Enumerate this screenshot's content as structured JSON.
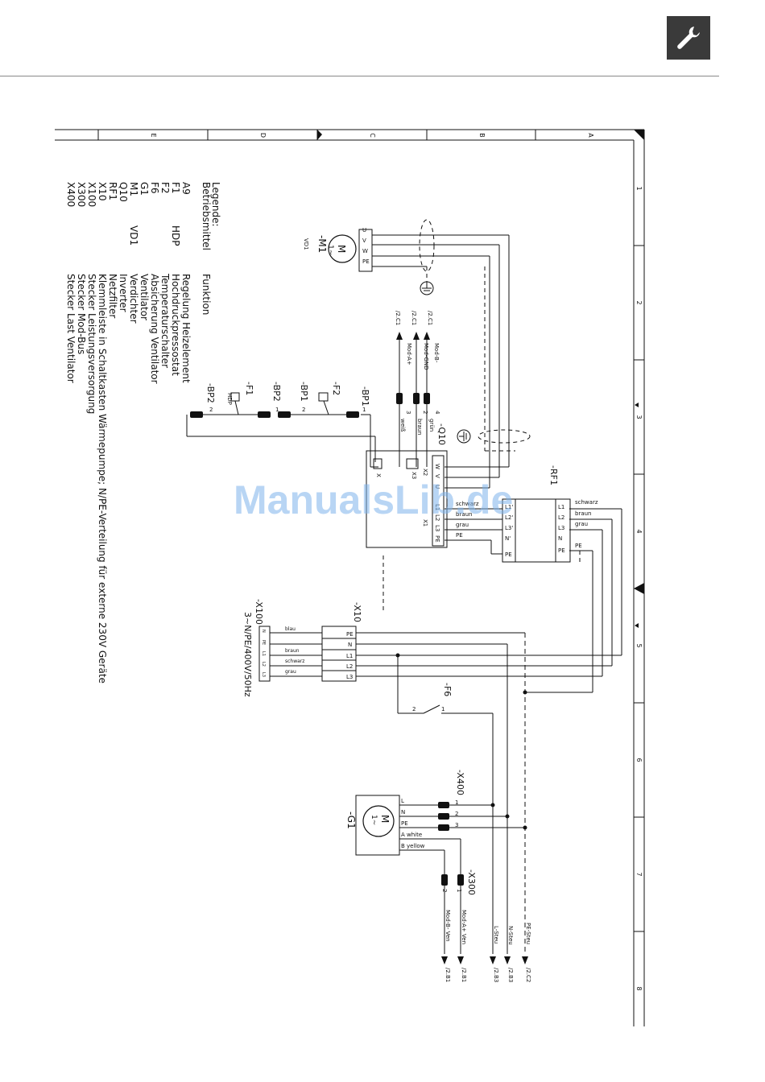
{
  "header": {
    "tool_icon": "wrench-icon",
    "accent": "#3a3a3a"
  },
  "watermark": {
    "text": "ManualsLib.de",
    "color": "#7fb3ec"
  },
  "frame": {
    "rows": [
      "E",
      "D",
      "C",
      "B",
      "A"
    ],
    "cols": [
      "1",
      "2",
      "3",
      "4",
      "5",
      "6",
      "7",
      "8"
    ]
  },
  "legend": {
    "title": "Legende:",
    "col1": "Betriebsmittel",
    "col2": "Funktion",
    "items": [
      {
        "id": "A9",
        "sub": "",
        "desc": "Regelung Heizelement"
      },
      {
        "id": "F1",
        "sub": "HDP",
        "desc": "Hochdruckpressostat"
      },
      {
        "id": "F2",
        "sub": "",
        "desc": "Temperaturschalter"
      },
      {
        "id": "F6",
        "sub": "",
        "desc": "Absicherung Ventilator"
      },
      {
        "id": "G1",
        "sub": "",
        "desc": "Ventilator"
      },
      {
        "id": "M1",
        "sub": "VD1",
        "desc": "Verdichter"
      },
      {
        "id": "Q10",
        "sub": "",
        "desc": "Inverter"
      },
      {
        "id": "RF1",
        "sub": "",
        "desc": "Netzfilter"
      },
      {
        "id": "X10",
        "sub": "",
        "desc": "Klemmleiste in Schaltkasten Wärmepumpe; N/PE-Verteilung für externe 230V Geräte"
      },
      {
        "id": "X100",
        "sub": "",
        "desc": "Stecker Leistungsversorgung"
      },
      {
        "id": "X300",
        "sub": "",
        "desc": "Stecker Mod-Bus"
      },
      {
        "id": "X400",
        "sub": "",
        "desc": "Stecker Last Ventilator"
      }
    ]
  },
  "components": {
    "m1": {
      "name": "-M1",
      "sub": "VD1",
      "motor": "M",
      "phase": "1~",
      "terminals": [
        "U",
        "V",
        "W",
        "PE"
      ]
    },
    "q10": {
      "name": "-Q10",
      "x1": "X1",
      "x2": "X2",
      "x3": "X3",
      "xa": "X",
      "u_terms": [
        "W",
        "V",
        "U"
      ],
      "l_terms": [
        "L1",
        "L2",
        "L3",
        "PE"
      ],
      "wire_colors": [
        "grün",
        "braun",
        "weiß"
      ],
      "pins": [
        "4",
        "2",
        "3"
      ]
    },
    "rf1": {
      "name": "-RF1",
      "in_terms": [
        "L1'",
        "L2'",
        "L3'",
        "N'",
        "PE"
      ],
      "out_terms": [
        "L1",
        "L2",
        "L3",
        "N",
        "PE"
      ],
      "colors": [
        "schwarz",
        "braun",
        "grau"
      ]
    },
    "modbus_refs": [
      {
        "ref": "/2.C1",
        "signal": "Mod-B-"
      },
      {
        "ref": "/2.C1",
        "signal": "Mod-GND"
      },
      {
        "ref": "/2.C1",
        "signal": "Mod-A+"
      }
    ],
    "sensors": [
      {
        "name": "-BP1",
        "pins": [
          "1",
          "2"
        ]
      },
      {
        "name": "-F2",
        "pins": []
      },
      {
        "name": "-BP1",
        "pins": [
          "1",
          "2"
        ]
      },
      {
        "name": "-BP2",
        "pins": [
          "1",
          "2"
        ]
      },
      {
        "name": "-F1",
        "sub": "HDP",
        "pins": []
      },
      {
        "name": "-BP2",
        "pins": [
          "1",
          "2"
        ]
      }
    ],
    "x10": {
      "name": "-X10",
      "terms": [
        "PE",
        "N",
        "L1",
        "L2",
        "L3"
      ]
    },
    "x100": {
      "name": "-X100",
      "spec": "3~N/PE/400V/50Hz",
      "terms": [
        "N",
        "PE",
        "L1",
        "L2",
        "L3"
      ],
      "wires": [
        "blau",
        "braun",
        "schwarz",
        "grau"
      ]
    },
    "f6": {
      "name": "-F6",
      "pins": [
        "2",
        "1"
      ]
    },
    "x400": {
      "name": "-X400",
      "pins": [
        "1",
        "2",
        "3"
      ]
    },
    "g1": {
      "name": "-G1",
      "motor": "M",
      "phase": "1~",
      "terms": [
        "L",
        "N",
        "PE",
        "A white",
        "B yellow"
      ]
    },
    "x300": {
      "name": "-X300",
      "pins": [
        "1",
        "2"
      ]
    },
    "bottom_refs": [
      {
        "signal": "Mod-A+ Ven",
        "ref": "/2.B1"
      },
      {
        "signal": "Mod-B- Ven",
        "ref": "/2.B1"
      },
      {
        "signal": "L-Steu",
        "ref": "/2.B3"
      },
      {
        "signal": "N-Steu",
        "ref": "/2.B3"
      },
      {
        "signal": "PE-Steu",
        "ref": "/2.C2"
      }
    ]
  }
}
